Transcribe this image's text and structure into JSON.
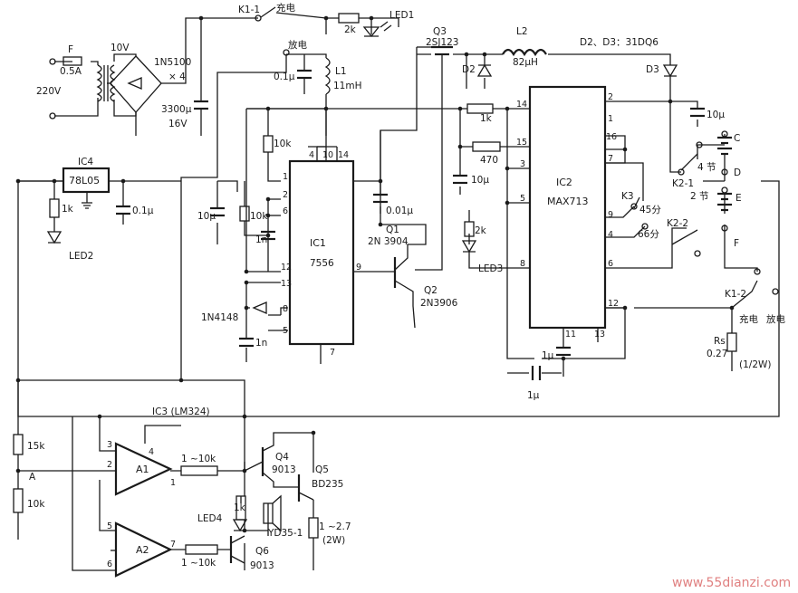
{
  "labels": {
    "k1_1": "K1-1",
    "charge_top": "充电",
    "discharge_top": "放电",
    "r_2k_top": "2k",
    "led1": "LED1",
    "q3": "Q3",
    "q3_part": "2SJ123",
    "l2": "L2",
    "l2_val": "82μH",
    "d2d3": "D2、D3：31DQ6",
    "fuse": "F",
    "fuse_val": "0.5A",
    "ac_in": "220V",
    "tx_out": "10V",
    "bridge": "1N5100",
    "bridge_n": "× 4",
    "c3300": "3300μ",
    "c3300_v": "16V",
    "c01_l1": "0.1μ",
    "l1": "L1",
    "l1_val": "11mH",
    "d2": "D2",
    "d3": "D3",
    "c10u_out": "10μ",
    "batt_c": "C",
    "batt_d": "D",
    "batt_e": "E",
    "batt_f": "F",
    "four_cell": "4 节",
    "two_cell": "2 节",
    "k2_1": "K2-1",
    "k2_2": "K2-2",
    "k3": "K3",
    "t45": "45分",
    "t66": "66分",
    "ic4": "IC4",
    "ic4_part": "78L05",
    "r1k_led2": "1k",
    "c01_ic4": "0.1μ",
    "led2": "LED2",
    "r10k_a": "10k",
    "r10k_b": "10k",
    "c10u_ic1": "10μ",
    "c1n_a": "1n",
    "c1n_b": "1n",
    "d1n4148": "1N4148",
    "ic1": "IC1",
    "ic1_part": "7556",
    "c001": "0.01μ",
    "q1": "Q1",
    "q1_part": "2N 3904",
    "q2": "Q2",
    "q2_part": "2N3906",
    "r1k_ic2": "1k",
    "r470": "470",
    "c10u_ic2": "10μ",
    "r2k_led3": "2k",
    "led3": "LED3",
    "ic2": "IC2",
    "ic2_part": "MAX713",
    "c1u_a": "1μ",
    "c1u_b": "1μ",
    "k1_2": "K1-2",
    "charge_bot": "充电",
    "discharge_bot": "放电",
    "rs": "Rs",
    "rs_val": "0.27",
    "rs_pow": "(1/2W)",
    "ic3": "IC3 (LM324)",
    "r15k": "15k",
    "node_a": "A",
    "r10k_div": "10k",
    "a1": "A1",
    "a2": "A2",
    "r_1_10k_a": "1 ~10k",
    "r_1_10k_b": "1 ~10k",
    "q4": "Q4",
    "q4_part": "9013",
    "q5": "Q5",
    "q5_part": "BD235",
    "led4": "LED4",
    "r1k_led4": "1k",
    "spk": "YD35-1",
    "q6": "Q6",
    "q6_part": "9013",
    "r_load": "1 ~2.7",
    "r_load_pow": "(2W)",
    "watermark": "www.55dianzi.com"
  },
  "pins": {
    "ic1_top": [
      "4",
      "10",
      "14"
    ],
    "ic1_left": [
      "1",
      "2",
      "6",
      "12",
      "13",
      "8",
      "5"
    ],
    "ic1_right": [
      "9"
    ],
    "ic1_bottom": [
      "7"
    ],
    "ic2_left": [
      "14",
      "15",
      "3",
      "5",
      "8"
    ],
    "ic2_right": [
      "2",
      "1",
      "16",
      "7",
      "9",
      "4",
      "6",
      "12"
    ],
    "ic2_bottom": [
      "11",
      "13"
    ],
    "a1": [
      "3",
      "2",
      "1",
      "4"
    ],
    "a2": [
      "5",
      "6",
      "7"
    ]
  }
}
